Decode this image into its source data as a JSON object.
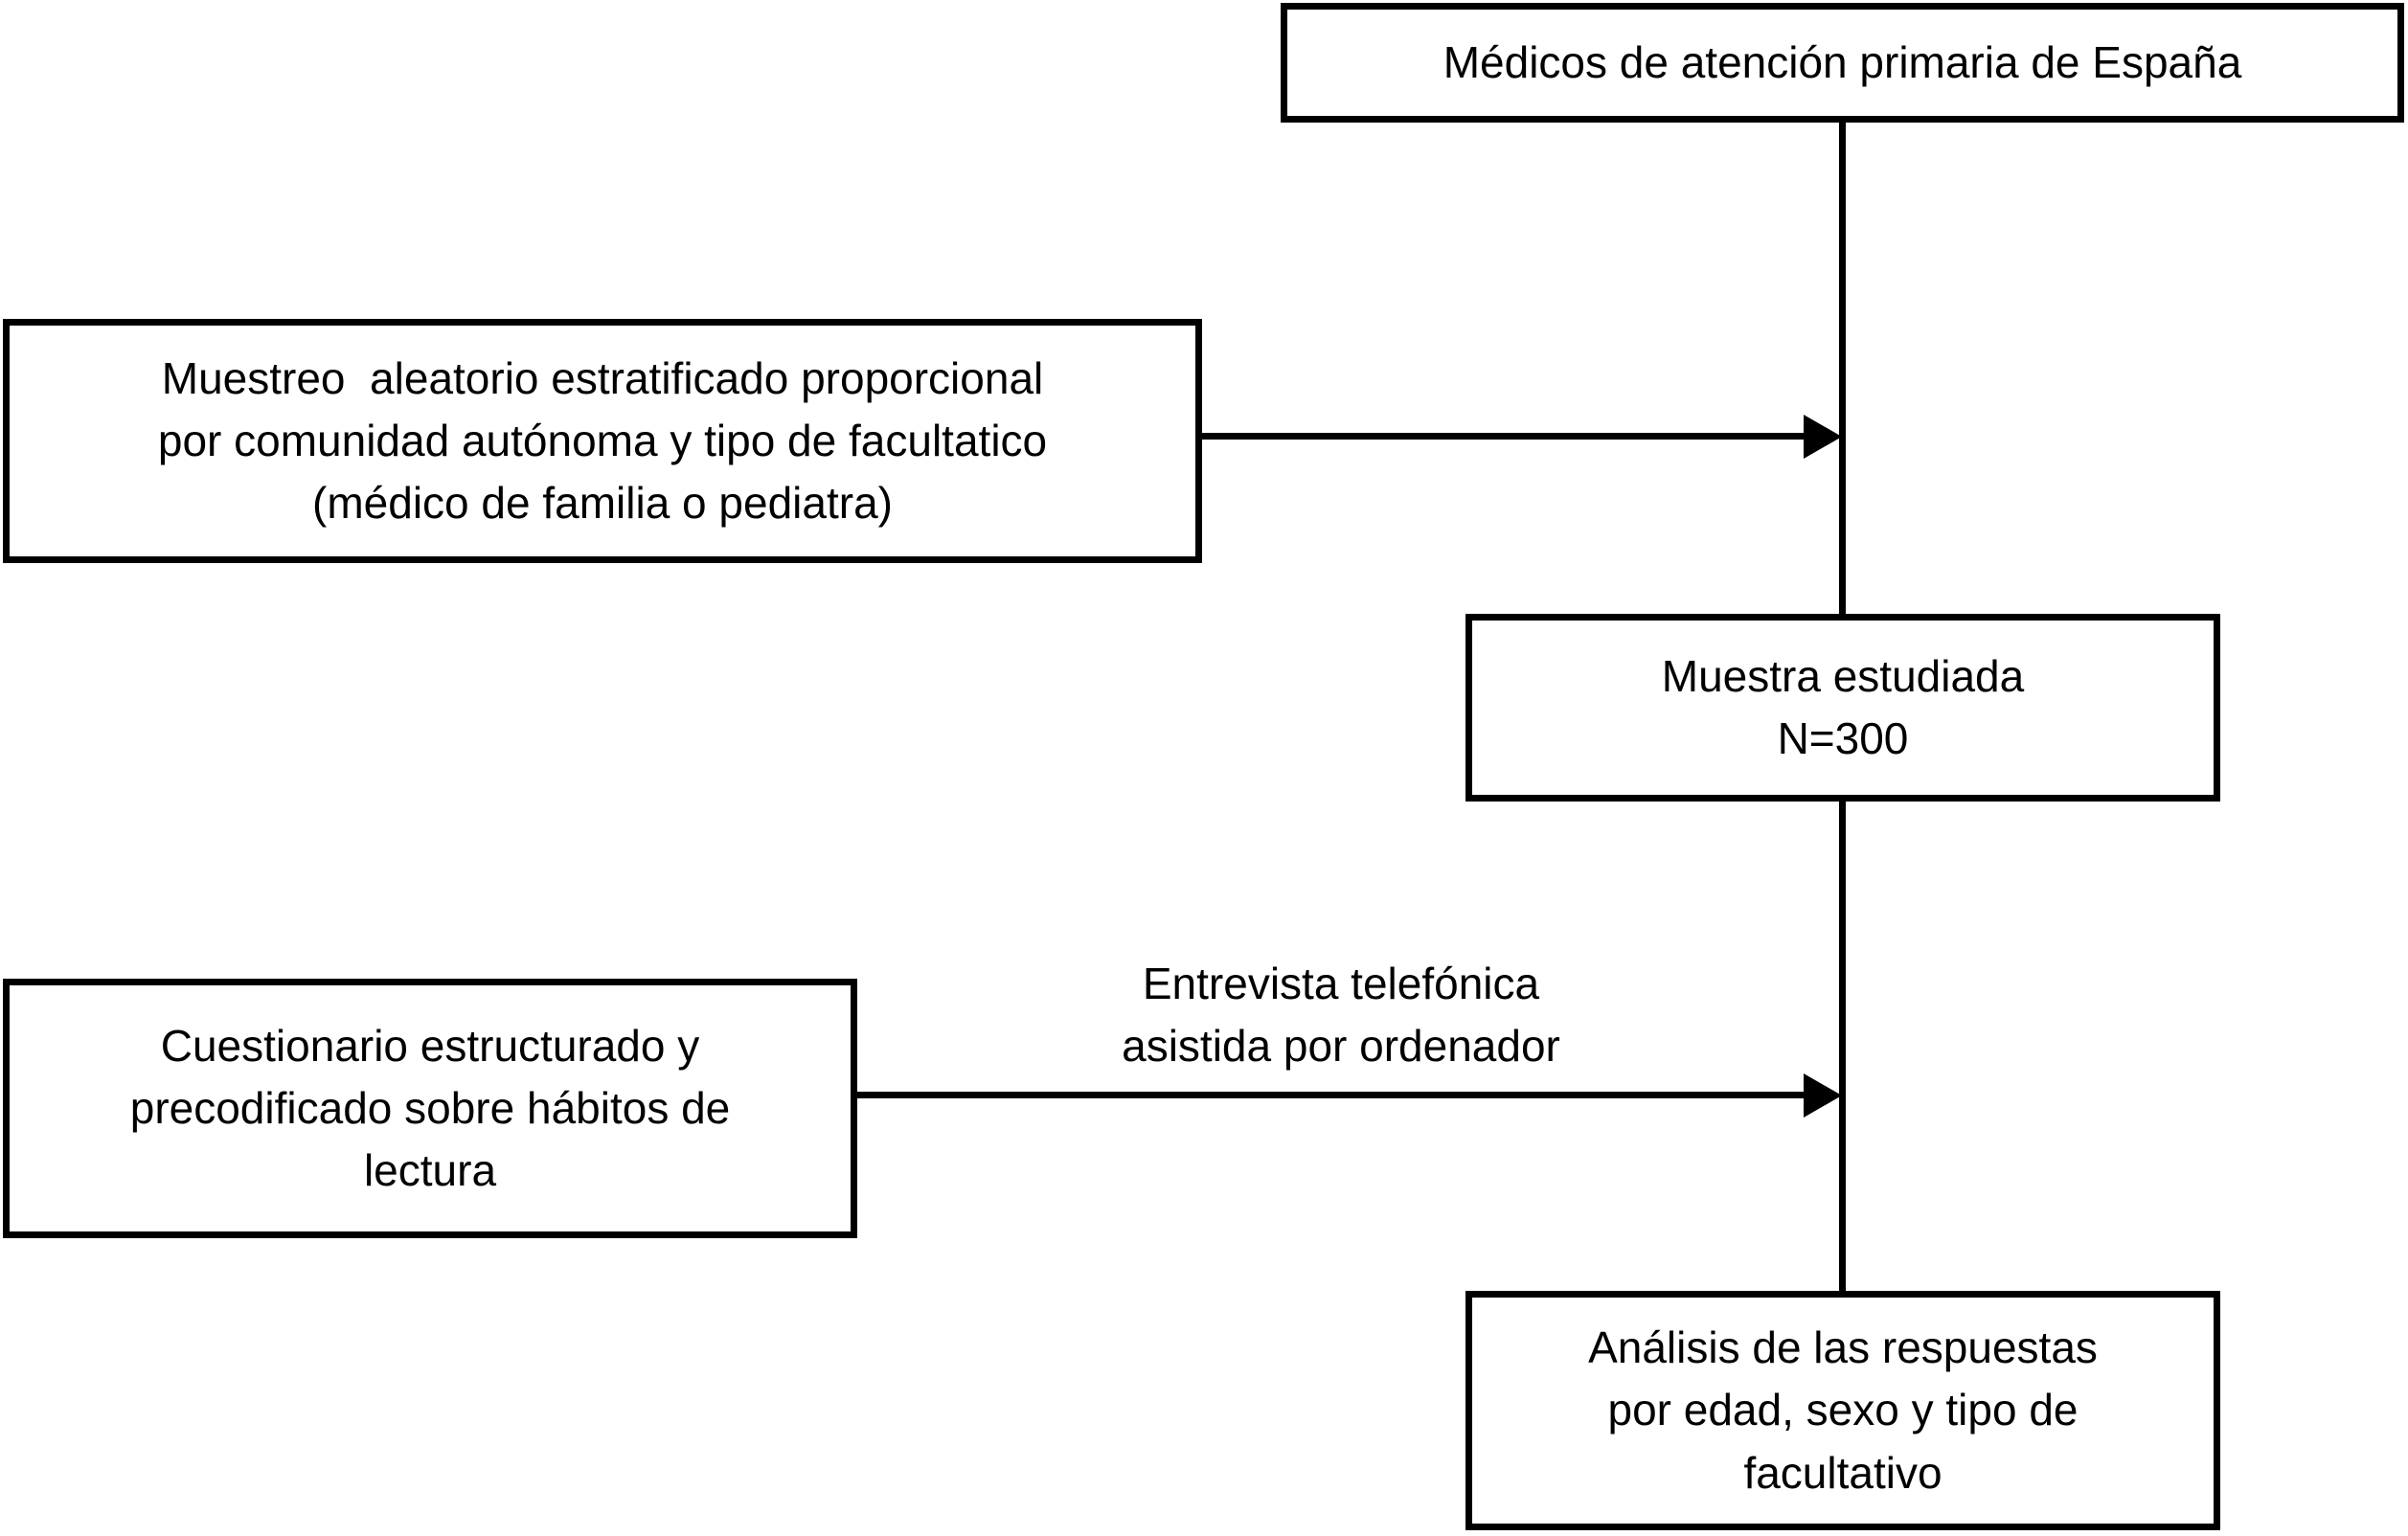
{
  "diagram": {
    "type": "flowchart",
    "background_color": "#ffffff",
    "line_color": "#000000",
    "text_color": "#000000",
    "nodes": {
      "population": {
        "text": "Médicos de atención primaria de España"
      },
      "sampling": {
        "text": "Muestreo  aleatorio estratificado proporcional\npor comunidad autónoma y tipo de facultatico\n(médico de familia o pediatra)"
      },
      "sample": {
        "text": "Muestra estudiada\nN=300"
      },
      "questionnaire": {
        "text": "Cuestionario estructurado y\nprecodificado sobre hábitos de\nlectura"
      },
      "analysis": {
        "text": "Análisis de las respuestas\npor edad, sexo y tipo de\nfacultativo"
      }
    },
    "edge_labels": {
      "interview": "Entrevista telefónica\nasistida por ordenador"
    }
  }
}
